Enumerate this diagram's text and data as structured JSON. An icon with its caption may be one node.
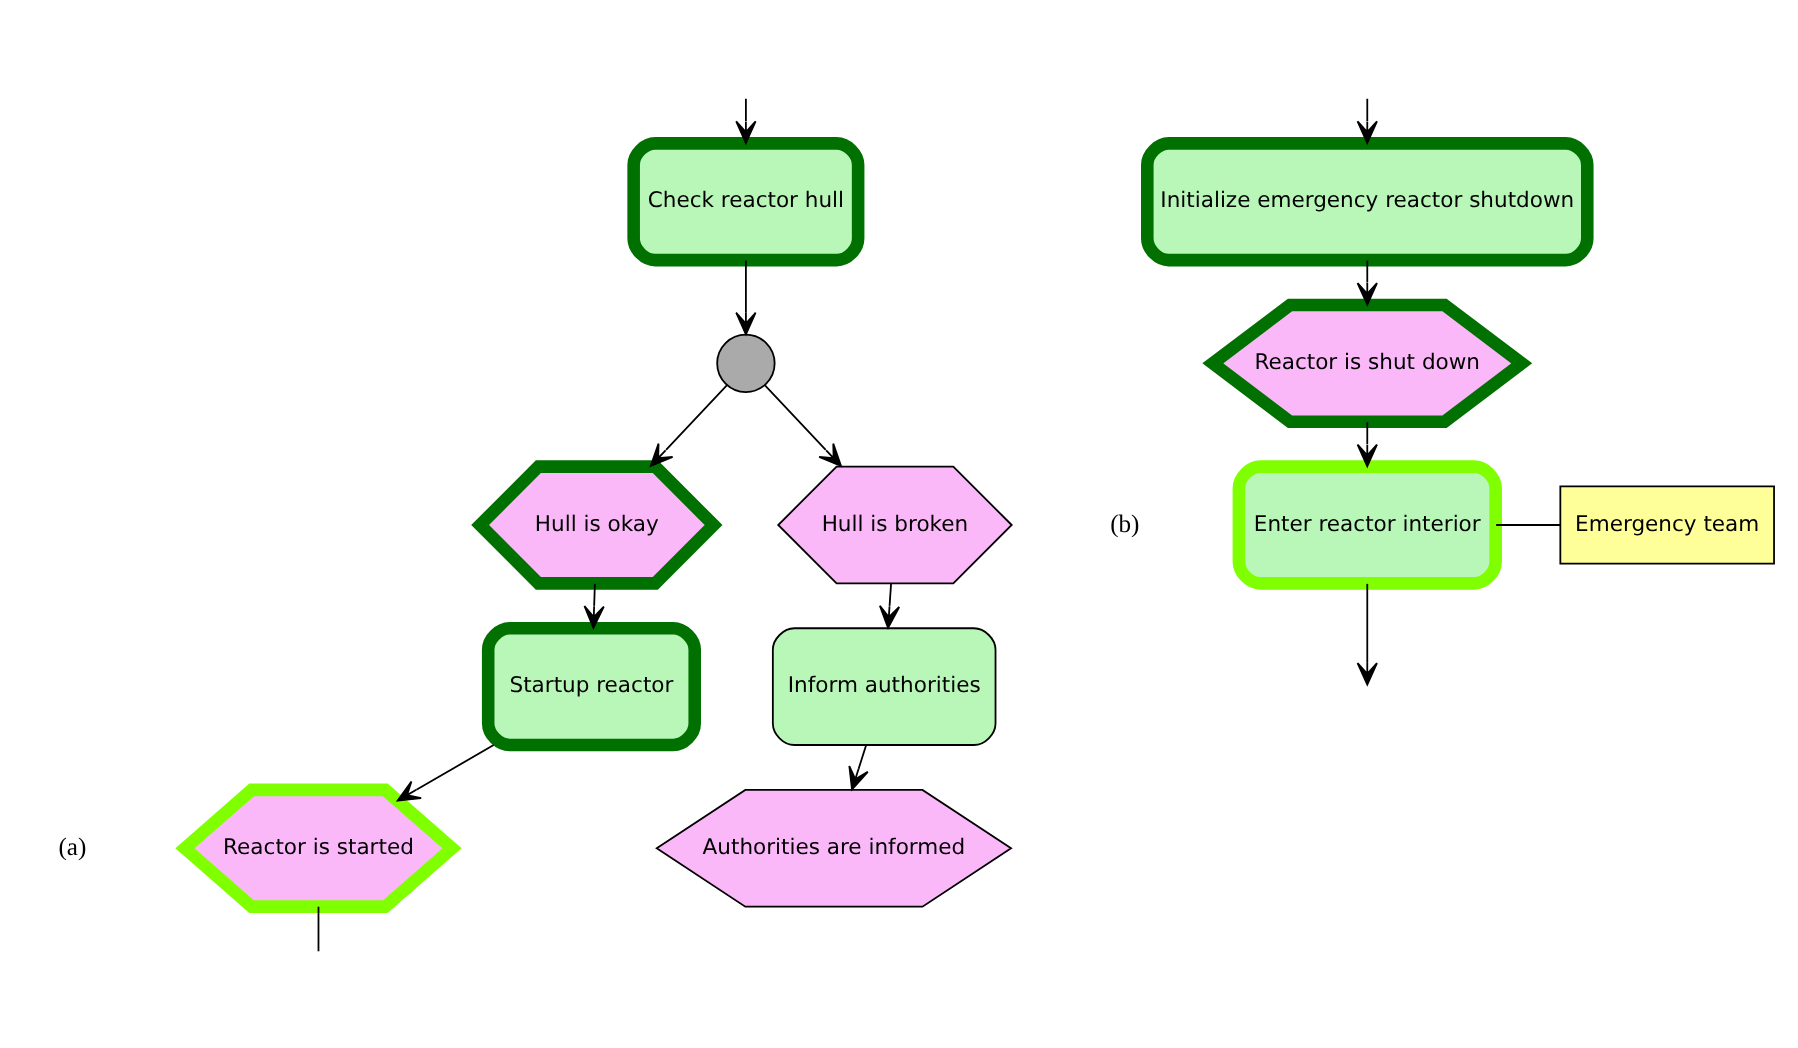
{
  "diagram": {
    "nodes": [
      {
        "text": [
          "Check reactor hull"
        ]
      },
      {
        "text": [],
        "shape": "circle"
      },
      {
        "text": [
          "Hull is broken"
        ]
      },
      {
        "text": [
          "Hull is okay"
        ]
      },
      {
        "text": [
          "Inform authorities"
        ]
      },
      {
        "text": [
          "Startup reactor"
        ]
      },
      {
        "text": [
          "Authorities are informed"
        ]
      },
      {
        "text": [
          "Reactor is started"
        ]
      },
      {
        "text": [
          "Initialize emergency reactor shutdown"
        ]
      },
      {
        "text": [
          "Reactor is shut down"
        ]
      },
      {
        "text": [
          "Enter reactor interior"
        ]
      },
      {
        "text": [
          "Emergency team"
        ]
      }
    ],
    "edges": [
      {
        "from": null,
        "to": 0,
        "arrow": "to"
      },
      {
        "from": 0,
        "to": 1,
        "arrow": "to"
      },
      {
        "from": 1,
        "to": 2,
        "arrow": "to"
      },
      {
        "from": 1,
        "to": 3,
        "arrow": "to"
      },
      {
        "from": 2,
        "to": 4,
        "arrow": "to"
      },
      {
        "from": 3,
        "to": 5,
        "arrow": "to"
      },
      {
        "from": 4,
        "to": 6,
        "arrow": "to"
      },
      {
        "from": 5,
        "to": 7,
        "arrow": "to"
      },
      {
        "from": 7,
        "to": null,
        "arrow": "none"
      },
      {
        "from": null,
        "to": 8,
        "arrow": "to"
      },
      {
        "from": 8,
        "to": 9,
        "arrow": "to"
      },
      {
        "from": 9,
        "to": 10,
        "arrow": "to"
      },
      {
        "from": 10,
        "to": 11,
        "arrow": "none"
      },
      {
        "from": 10,
        "to": null,
        "arrow": "to"
      }
    ],
    "labels": [
      "(a)",
      "(b)"
    ]
  }
}
